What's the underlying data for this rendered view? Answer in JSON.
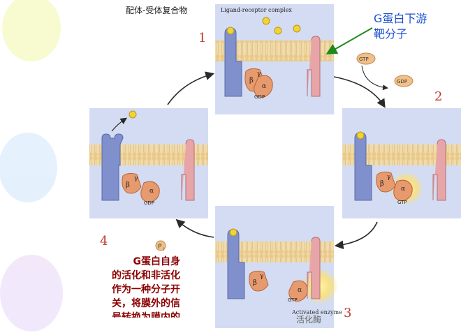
{
  "top_title": "配体-受体复合物",
  "callout": {
    "line1": "G蛋白下游",
    "line2": "靶分子"
  },
  "panel1": {
    "caption": "Ligand-receptor complex",
    "beta": "β",
    "gamma": "γ",
    "alpha": "α",
    "nucleotide": "GDP"
  },
  "gtp_free": "GTP",
  "gdp_free": "GDP",
  "panel2": {
    "beta": "β",
    "gamma": "γ",
    "alpha": "α",
    "nucleotide": "GTP"
  },
  "panel3": {
    "beta": "β",
    "gamma": "γ",
    "alpha": "α",
    "nucleotide": "GTP",
    "enzyme_label_en": "Activated enzyme",
    "enzyme_label_zh": "活化酶"
  },
  "panel4": {
    "beta": "β",
    "gamma": "γ",
    "alpha": "α",
    "nucleotide": "GDP"
  },
  "pi_label": "P",
  "pi_sub": "i",
  "step_numbers": [
    "1",
    "2",
    "3",
    "4"
  ],
  "description": [
    "G蛋白自身",
    "的活化和非活化",
    "作为一种分子开",
    "关，将膜外的信",
    "号转换为膜内的"
  ],
  "colors": {
    "panel_bg": "#d3dcf2",
    "membrane": "#f1dba8",
    "receptor": "#7f90cc",
    "effector": "#e8a5a8",
    "gprotein": "#e79a6d",
    "ligand": "#f0d23a",
    "arrow": "#2a2a2a",
    "callout": "#1a4fd0",
    "step_number": "#c0392b",
    "description": "#8b0000"
  }
}
